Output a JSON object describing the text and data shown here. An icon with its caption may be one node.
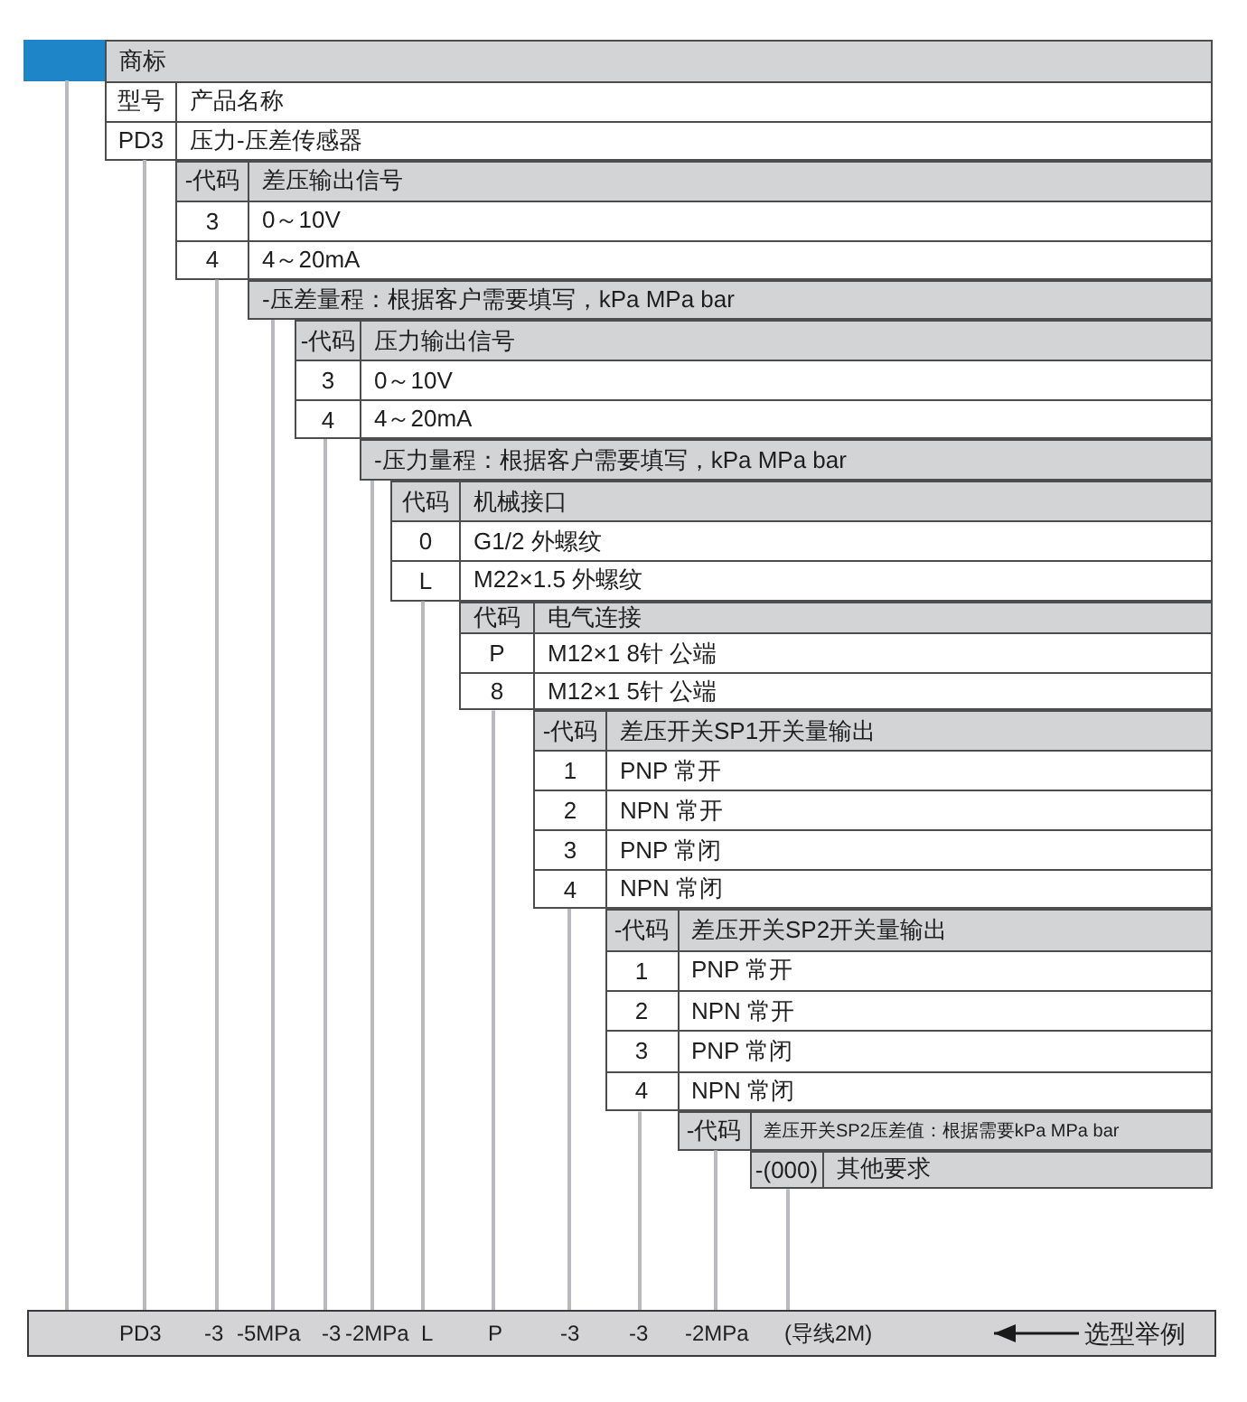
{
  "diagram": {
    "nodes": [
      {
        "text": [],
        "shape": "box"
      },
      {
        "text": [
          "商标",
          "型号",
          "产品名称",
          "PD3",
          "压力-压差传感器"
        ]
      },
      {
        "text": [
          "-代码",
          "差压输出信号",
          "3",
          "0～10V",
          "4",
          "4～20mA"
        ]
      },
      {
        "text": [
          "-压差量程：根据客户需要填写，kPa MPa bar"
        ]
      },
      {
        "text": [
          "-代码",
          "压力输出信号",
          "3",
          "0～10V",
          "4",
          "4～20mA"
        ]
      },
      {
        "text": [
          "-压力量程：根据客户需要填写，kPa MPa bar"
        ]
      },
      {
        "text": [
          "代码",
          "机械接口",
          "0",
          "G1/2 外螺纹",
          "L",
          "M22×1.5 外螺纹"
        ]
      },
      {
        "text": [
          "代码",
          "电气连接",
          "P",
          "M12×1 8针 公端",
          "8",
          "M12×1 5针 公端"
        ]
      },
      {
        "text": [
          "-代码",
          "差压开关SP1开关量输出",
          "1",
          "PNP 常开",
          "2",
          "NPN 常开",
          "3",
          "PNP 常闭",
          "4",
          "NPN 常闭"
        ]
      },
      {
        "text": [
          "-代码",
          "差压开关SP2开关量输出",
          "1",
          "PNP 常开",
          "2",
          "NPN 常开",
          "3",
          "PNP 常闭",
          "4",
          "NPN 常闭"
        ]
      },
      {
        "text": [
          "-代码",
          "差压开关SP2压差值：根据需要kPa MPa bar"
        ]
      },
      {
        "text": [
          "-(000)",
          "其他要求"
        ]
      },
      {
        "text": [],
        "shape": "box"
      },
      {
        "text": [
          "PD3"
        ],
        "in": 12
      },
      {
        "text": [
          "-3"
        ],
        "in": 12
      },
      {
        "text": [
          "-5MPa"
        ],
        "in": 12
      },
      {
        "text": [
          "-3"
        ],
        "in": 12
      },
      {
        "text": [
          "-2MPa"
        ],
        "in": 12
      },
      {
        "text": [
          "L"
        ],
        "in": 12
      },
      {
        "text": [
          "P"
        ],
        "in": 12
      },
      {
        "text": [
          "-3"
        ],
        "in": 12
      },
      {
        "text": [
          "-3"
        ],
        "in": 12
      },
      {
        "text": [
          "-2MPa"
        ],
        "in": 12
      },
      {
        "text": [
          "(导线2M)"
        ],
        "in": 12
      },
      {
        "text": [
          "选型举例"
        ],
        "in": 12
      }
    ],
    "edges": [
      {
        "from": 0,
        "to": 12,
        "arrow": "none"
      },
      {
        "from": 1,
        "to": 13,
        "arrow": "none"
      },
      {
        "from": 2,
        "to": 14,
        "arrow": "none"
      },
      {
        "from": 3,
        "to": 15,
        "arrow": "none"
      },
      {
        "from": 4,
        "to": 16,
        "arrow": "none"
      },
      {
        "from": 5,
        "to": 17,
        "arrow": "none"
      },
      {
        "from": 6,
        "to": 18,
        "arrow": "none"
      },
      {
        "from": 7,
        "to": 19,
        "arrow": "none"
      },
      {
        "from": 8,
        "to": 20,
        "arrow": "none"
      },
      {
        "from": 9,
        "to": 21,
        "arrow": "none"
      },
      {
        "from": 10,
        "to": 22,
        "arrow": "none"
      },
      {
        "from": 11,
        "to": 23,
        "arrow": "none"
      },
      {
        "from": 24,
        "to": null,
        "arrow": "to",
        "color": "#1a1a1a"
      }
    ]
  }
}
